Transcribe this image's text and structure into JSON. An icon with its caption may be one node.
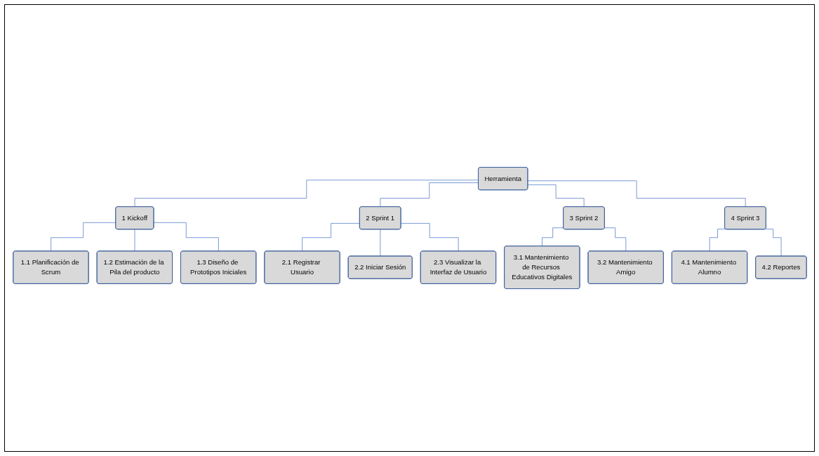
{
  "diagram": {
    "nodes": [
      {
        "text": [
          "Herramienta"
        ]
      },
      {
        "text": [
          "1 Kickoff"
        ]
      },
      {
        "text": [
          "1.1 Planificación de Scrum"
        ]
      },
      {
        "text": [
          "1.2 Estimación de la Pila del producto"
        ]
      },
      {
        "text": [
          "1.3 Diseño de Prototipos Iniciales"
        ]
      },
      {
        "text": [
          "2 Sprint 1"
        ]
      },
      {
        "text": [
          "2.1 Registrar Usuario"
        ]
      },
      {
        "text": [
          "2.2 Iniciar Sesión"
        ]
      },
      {
        "text": [
          "2.3 Visualizar la Interfaz de Usuario"
        ]
      },
      {
        "text": [
          "3 Sprint 2"
        ]
      },
      {
        "text": [
          "3.1 Mantenimiento de Recursos Educativos Digitales"
        ]
      },
      {
        "text": [
          "3.2 Mantenimiento Amigo"
        ]
      },
      {
        "text": [
          "4 Sprint 3"
        ]
      },
      {
        "text": [
          "4.1 Mantenimiento Alumno"
        ]
      },
      {
        "text": [
          "4.2 Reportes"
        ]
      }
    ],
    "edges": [
      {
        "from": 0,
        "to": 1,
        "arrow": "none"
      },
      {
        "from": 0,
        "to": 5,
        "arrow": "none"
      },
      {
        "from": 0,
        "to": 9,
        "arrow": "none"
      },
      {
        "from": 0,
        "to": 12,
        "arrow": "none"
      },
      {
        "from": 1,
        "to": 2,
        "arrow": "none"
      },
      {
        "from": 1,
        "to": 3,
        "arrow": "none"
      },
      {
        "from": 1,
        "to": 4,
        "arrow": "none"
      },
      {
        "from": 5,
        "to": 6,
        "arrow": "none"
      },
      {
        "from": 5,
        "to": 7,
        "arrow": "none"
      },
      {
        "from": 5,
        "to": 8,
        "arrow": "none"
      },
      {
        "from": 9,
        "to": 10,
        "arrow": "none"
      },
      {
        "from": 9,
        "to": 11,
        "arrow": "none"
      },
      {
        "from": 12,
        "to": 13,
        "arrow": "none"
      },
      {
        "from": 12,
        "to": 14,
        "arrow": "none"
      }
    ]
  }
}
